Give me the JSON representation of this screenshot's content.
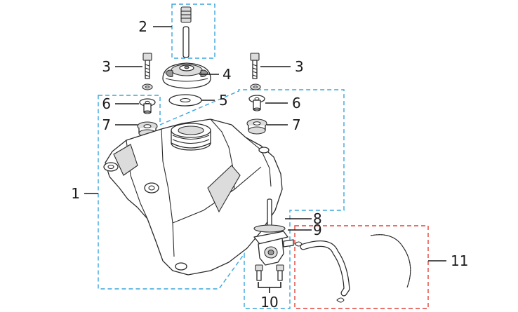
{
  "colors": {
    "group_box": "#3aa6dc",
    "hose_group_box": "#e0443a",
    "lines": "#2a2a2a",
    "labels": "#1a1a1a"
  },
  "labels": {
    "p1": "1",
    "p2": "2",
    "p3_left": "3",
    "p3_right": "3",
    "p4": "4",
    "p5": "5",
    "p6_left": "6",
    "p6_right": "6",
    "p7_left": "7",
    "p7_right": "7",
    "p8": "8",
    "p9": "9",
    "p10": "10",
    "p11": "11"
  }
}
